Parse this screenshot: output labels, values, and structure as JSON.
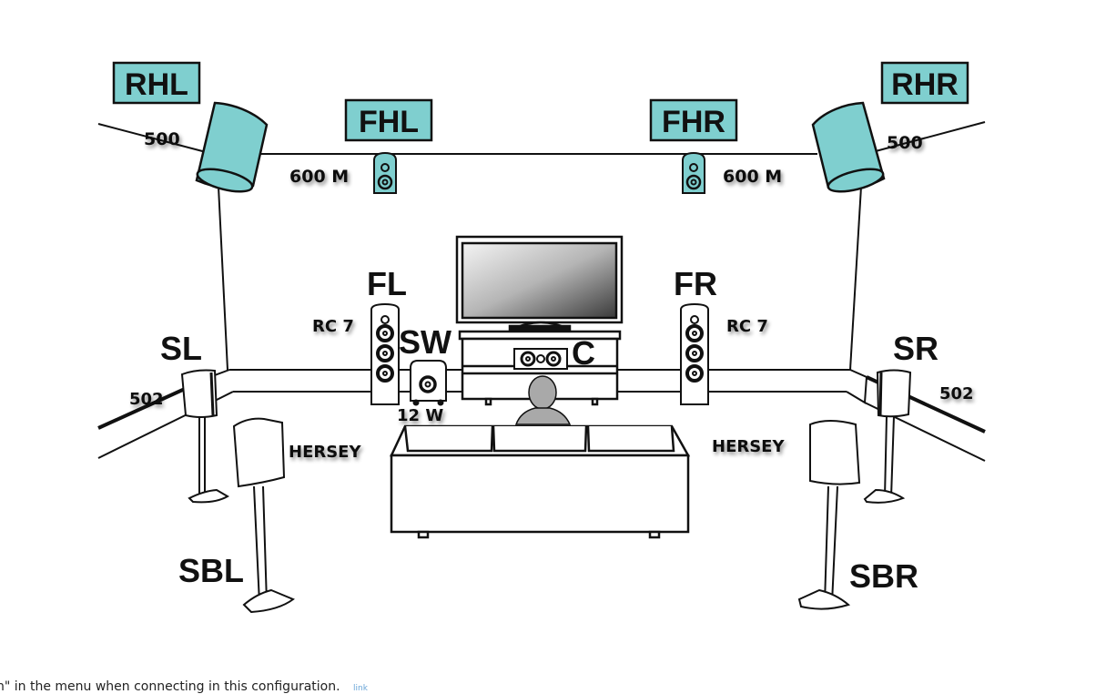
{
  "diagram": {
    "title": "Speaker layout",
    "colors": {
      "height_accent": "#7fcfcf",
      "line": "#111111",
      "person": "#a9a9a9"
    },
    "height_labels": [
      {
        "id": "RHL",
        "model": "500"
      },
      {
        "id": "FHL",
        "model": "600 M"
      },
      {
        "id": "FHR",
        "model": "600 M"
      },
      {
        "id": "RHR",
        "model": "500"
      }
    ],
    "channels": {
      "FL": {
        "label": "FL",
        "model": "RC 7"
      },
      "FR": {
        "label": "FR",
        "model": "RC 7"
      },
      "SW": {
        "label": "SW",
        "model": "12 W"
      },
      "C": {
        "label": "C"
      },
      "SL": {
        "label": "SL",
        "model": "502"
      },
      "SR": {
        "label": "SR",
        "model": "502"
      },
      "SBL": {
        "label": "SBL",
        "model": "HERSEY"
      },
      "SBR": {
        "label": "SBR",
        "model": "HERSEY"
      }
    }
  },
  "footer": {
    "text": "h\" in the menu when connecting in this configuration.",
    "link": "link"
  }
}
